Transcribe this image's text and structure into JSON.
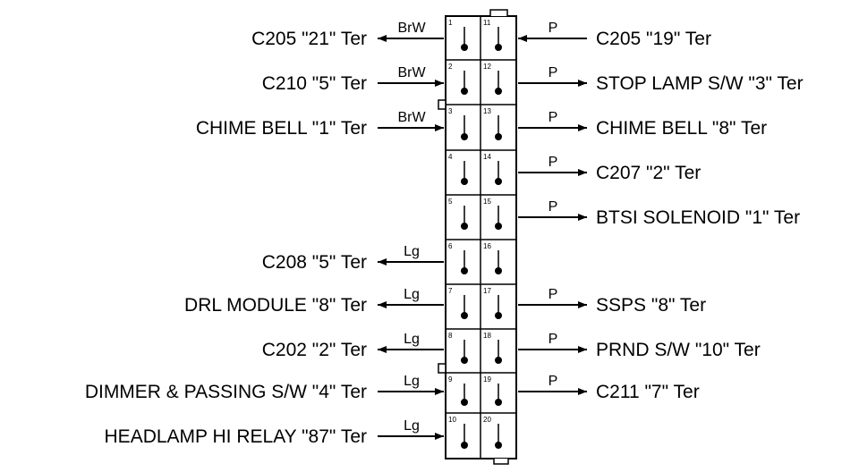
{
  "connector": {
    "pins_left": [
      "1",
      "2",
      "3",
      "4",
      "5",
      "6",
      "7",
      "8",
      "9",
      "10"
    ],
    "pins_right": [
      "11",
      "12",
      "13",
      "14",
      "15",
      "16",
      "17",
      "18",
      "19",
      "20"
    ]
  },
  "left_circuits": [
    {
      "label": "C205 \"21\" Ter",
      "wire": "BrW",
      "direction": "out"
    },
    {
      "label": "C210 \"5\" Ter",
      "wire": "BrW",
      "direction": "in"
    },
    {
      "label": "CHIME BELL \"1\" Ter",
      "wire": "BrW",
      "direction": "in"
    },
    {
      "label": "",
      "wire": "",
      "direction": "none"
    },
    {
      "label": "",
      "wire": "",
      "direction": "none"
    },
    {
      "label": "C208 \"5\" Ter",
      "wire": "Lg",
      "direction": "out"
    },
    {
      "label": "DRL MODULE \"8\" Ter",
      "wire": "Lg",
      "direction": "out"
    },
    {
      "label": "C202 \"2\" Ter",
      "wire": "Lg",
      "direction": "out"
    },
    {
      "label": "DIMMER & PASSING S/W \"4\" Ter",
      "wire": "Lg",
      "direction": "in"
    },
    {
      "label": "HEADLAMP HI RELAY \"87\" Ter",
      "wire": "Lg",
      "direction": "in"
    }
  ],
  "right_circuits": [
    {
      "label": "C205 \"19\" Ter",
      "wire": "P",
      "direction": "in"
    },
    {
      "label": "STOP LAMP S/W \"3\" Ter",
      "wire": "P",
      "direction": "out"
    },
    {
      "label": "CHIME BELL \"8\" Ter",
      "wire": "P",
      "direction": "out"
    },
    {
      "label": "C207 \"2\" Ter",
      "wire": "P",
      "direction": "out"
    },
    {
      "label": "BTSI SOLENOID \"1\" Ter",
      "wire": "P",
      "direction": "out"
    },
    {
      "label": "",
      "wire": "",
      "direction": "none"
    },
    {
      "label": "SSPS \"8\" Ter",
      "wire": "P",
      "direction": "out"
    },
    {
      "label": "PRND S/W \"10\" Ter",
      "wire": "P",
      "direction": "out"
    },
    {
      "label": "C211 \"7\" Ter",
      "wire": "P",
      "direction": "out"
    },
    {
      "label": "",
      "wire": "",
      "direction": "none"
    }
  ]
}
